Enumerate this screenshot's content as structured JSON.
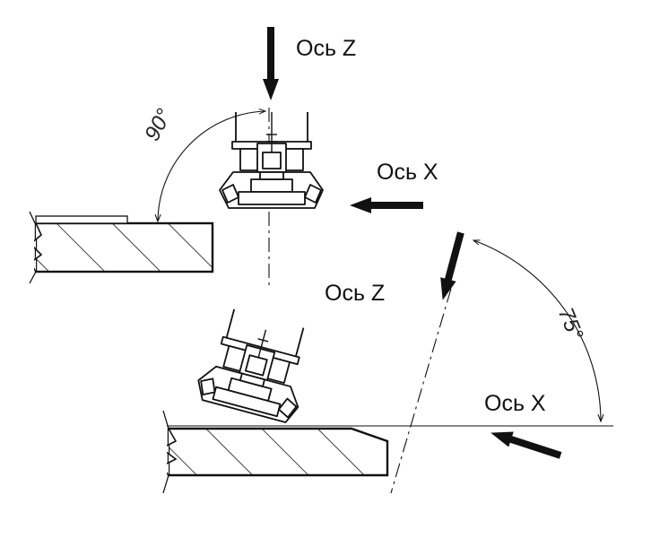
{
  "diagram": {
    "top": {
      "axis_z_label": "Ось Z",
      "axis_x_label": "Ось X",
      "angle_label": "90°"
    },
    "bottom": {
      "axis_z_label": "Ось Z",
      "axis_x_label": "Ось X",
      "angle_label": "75°"
    },
    "colors": {
      "line": "#111111",
      "background": "#ffffff"
    }
  }
}
